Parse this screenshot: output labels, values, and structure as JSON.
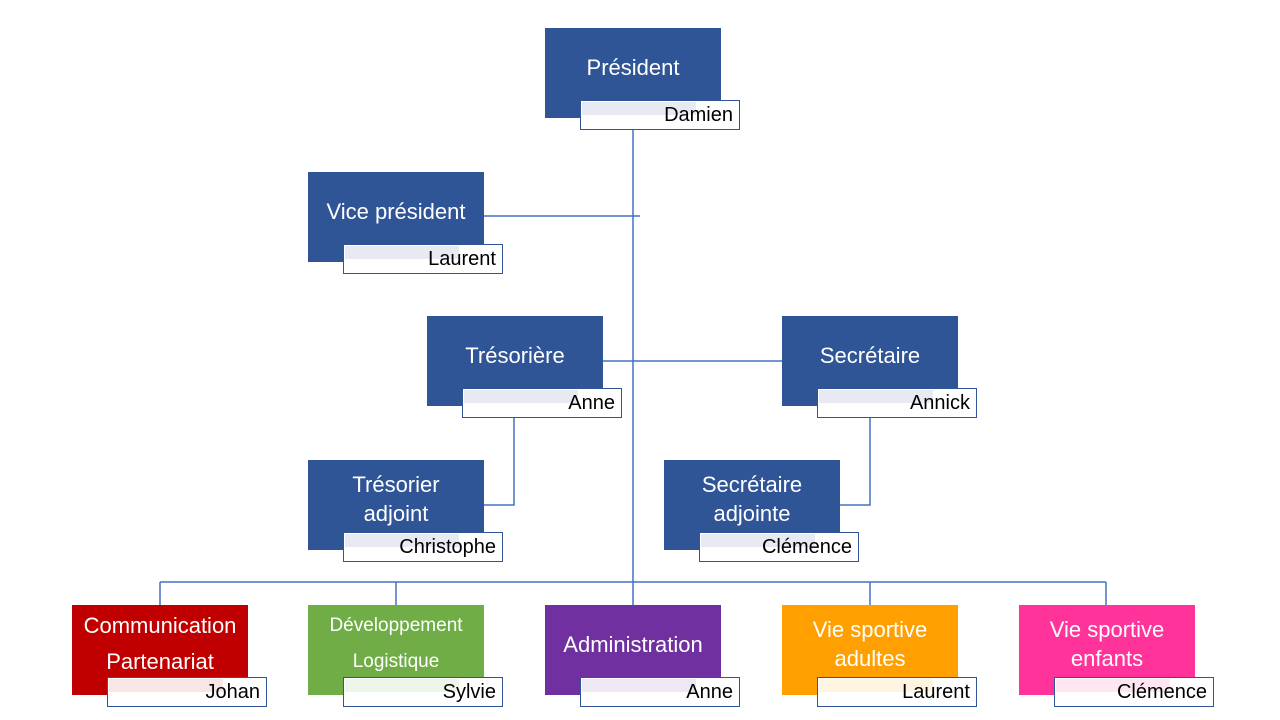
{
  "org": {
    "president": {
      "title": "Président",
      "name": "Damien",
      "color": "#2f5597",
      "tint": "#e7eaf2"
    },
    "vice_president": {
      "title": "Vice président",
      "name": "Laurent",
      "color": "#2f5597",
      "tint": "#e7eaf2"
    },
    "tresoriere": {
      "title": "Trésorière",
      "name": "Anne",
      "color": "#2f5597",
      "tint": "#e7eaf2"
    },
    "secretaire": {
      "title": "Secrétaire",
      "name": "Annick",
      "color": "#2f5597",
      "tint": "#e7eaf2"
    },
    "tresorier_adjoint": {
      "title": "Trésorier\nadjoint",
      "name": "Christophe",
      "color": "#2f5597",
      "tint": "#e7eaf2"
    },
    "secretaire_adjointe": {
      "title": "Secrétaire\nadjointe",
      "name": "Clémence",
      "color": "#2f5597",
      "tint": "#e7eaf2"
    },
    "communication": {
      "title": "Communication\nPartenariat",
      "name": "Johan",
      "color": "#c00000",
      "tint": "#f8e5e5"
    },
    "developpement": {
      "title": "Développement\nLogistique",
      "name": "Sylvie",
      "color": "#70ad47",
      "tint": "#eef5e9"
    },
    "administration": {
      "title": "Administration",
      "name": "Anne",
      "color": "#7030a0",
      "tint": "#efe7f4"
    },
    "vie_adultes": {
      "title": "Vie sportive\nadultes",
      "name": "Laurent",
      "color": "#ffa000",
      "tint": "#fff4e0"
    },
    "vie_enfants": {
      "title": "Vie sportive\nenfants",
      "name": "Clémence",
      "color": "#ff3399",
      "tint": "#ffe7f2"
    }
  }
}
